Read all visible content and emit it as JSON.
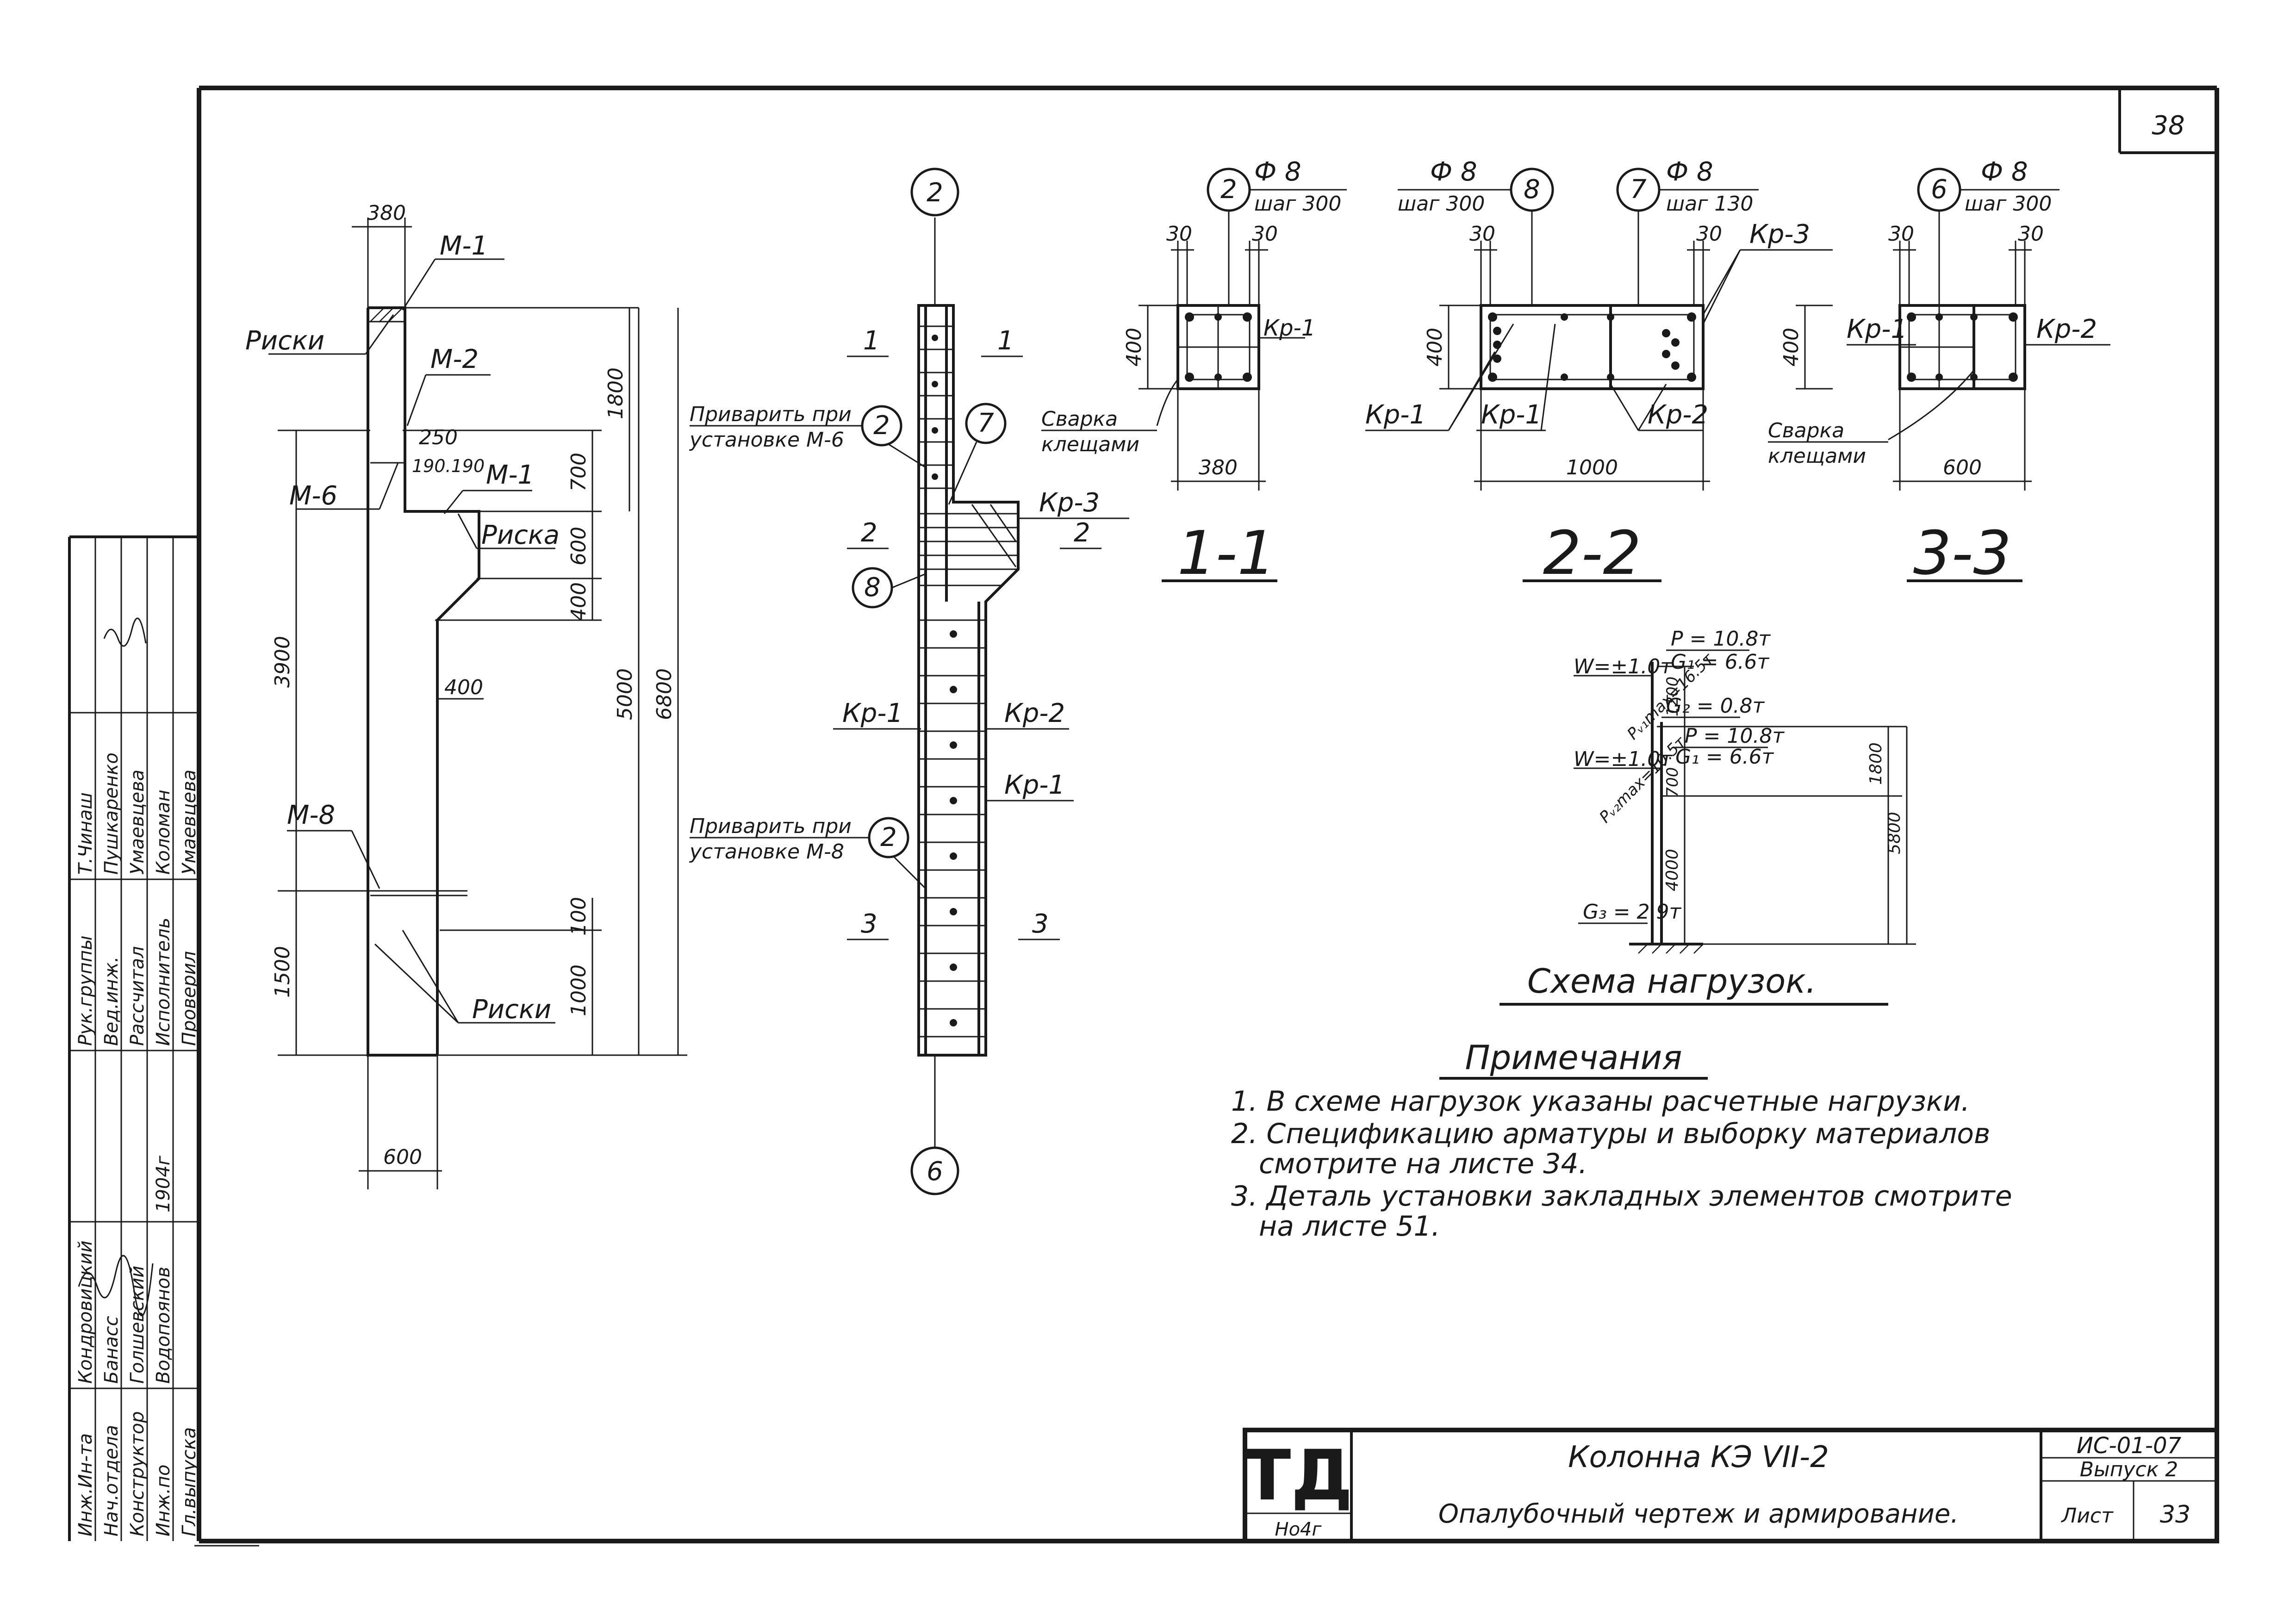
{
  "sheet_number": "38",
  "stamp": {
    "rows": [
      [
        "Инж.Ин-та",
        "Кондровицкий",
        "Рук.группы",
        "Т.Чинаш"
      ],
      [
        "Нач.отдела",
        "Банасс",
        "Вед.инж.",
        "Пушкаренко"
      ],
      [
        "Конструктор",
        "Голшевский",
        "Рассчитал",
        "Умаевцева"
      ],
      [
        "Инж.по",
        "Водопоянов",
        "Исполнитель",
        "Коломан"
      ],
      [
        "Гл.выпуска",
        "",
        "Проверил",
        "Умаевцева"
      ]
    ],
    "date": "1904г"
  },
  "elevation": {
    "dims": {
      "top_width": "380",
      "bottom_width": "600",
      "h_3900": "3900",
      "h_1500": "1500",
      "h_1800": "1800",
      "h_700": "700",
      "h_600": "600",
      "h_400": "400",
      "h_5000": "5000",
      "h_6800": "6800",
      "h_100": "100",
      "h_1000": "1000",
      "w_400": "400",
      "w_250": "250",
      "w_190": "190.190"
    },
    "labels": {
      "m1": "М-1",
      "m2": "М-2",
      "m1b": "М-1",
      "m6": "М-6",
      "m8": "М-8",
      "riski_top": "Риски",
      "riska": "Риска",
      "riski_bottom": "Риски"
    }
  },
  "reinforcement": {
    "bubble_top": "2",
    "bubble_bottom": "6",
    "bubble_2a": "2",
    "bubble_7": "7",
    "bubble_8": "8",
    "bubble_2b": "2",
    "sec1_left": "1",
    "sec1_right": "1",
    "sec2_left": "2",
    "sec2_right": "2",
    "sec3_left": "3",
    "sec3_right": "3",
    "weld_m6_line1": "Приварить при",
    "weld_m6_line2": "установке М-6",
    "weld_m8_line1": "Приварить при",
    "weld_m8_line2": "установке М-8",
    "kr3": "Кр-3",
    "kr1_left": "Кр-1",
    "kr2_right": "Кр-2",
    "kr1_right": "Кр-1"
  },
  "section_1_1": {
    "title": "1-1",
    "bubble": "2",
    "bar": "Ф 8",
    "step": "шаг 300",
    "cover_left": "30",
    "cover_right": "30",
    "height": "400",
    "width": "380",
    "kr": "Кр-1",
    "weld_line1": "Сварка",
    "weld_line2": "клещами"
  },
  "section_2_2": {
    "title": "2-2",
    "bubble_8": "8",
    "bar_8": "Ф 8",
    "step_8": "шаг 300",
    "bubble_7": "7",
    "bar_7": "Ф 8",
    "step_7": "шаг 130",
    "cover_left": "30",
    "cover_right": "30",
    "kr3": "Кр-3",
    "height": "400",
    "width": "1000",
    "kr1a": "Кр-1",
    "kr1b": "Кр-1",
    "kr2": "Кр-2"
  },
  "section_3_3": {
    "title": "3-3",
    "bubble": "6",
    "bar": "Ф 8",
    "step": "шаг 300",
    "cover_left": "30",
    "cover_right": "30",
    "height": "400",
    "width": "600",
    "kr_left": "Кр-1",
    "kr_right": "Кр-2",
    "weld_line1": "Сварка",
    "weld_line2": "клещами"
  },
  "load_scheme": {
    "title": "Схема нагрузок.",
    "p1": "P = 10.8т",
    "g1a": "G₁ = 6.6т",
    "w1": "W=±1.0т",
    "g2": "G₂ = 0.8т",
    "p2": "P = 10.8т",
    "g1b": "G₁ = 6.6т",
    "w2": "W=±1.0т",
    "pv1": "Pᵥ₁max=16.5т",
    "pv2": "Pᵥ₂max=10.5т",
    "g3": "G₃ = 2.9т",
    "d1200": "1200",
    "d1800": "1800",
    "d700": "700",
    "d4000": "4000",
    "d5800": "5800"
  },
  "notes": {
    "title": "Примечания",
    "items": [
      "1. В схеме нагрузок указаны расчетные нагрузки.",
      "2. Спецификацию арматуры и выборку материалов",
      "смотрите на листе 34.",
      "3. Деталь установки закладных элементов смотрите",
      "на листе 51."
    ]
  },
  "title_block": {
    "logo": "ТД",
    "logo_sub": "Но4г",
    "name": "Колонна КЭ VII-2",
    "description": "Опалубочный чертеж и армирование.",
    "code": "ИС-01-07",
    "issue": "Выпуск 2",
    "sheet_label": "Лист",
    "sheet_value": "33"
  }
}
